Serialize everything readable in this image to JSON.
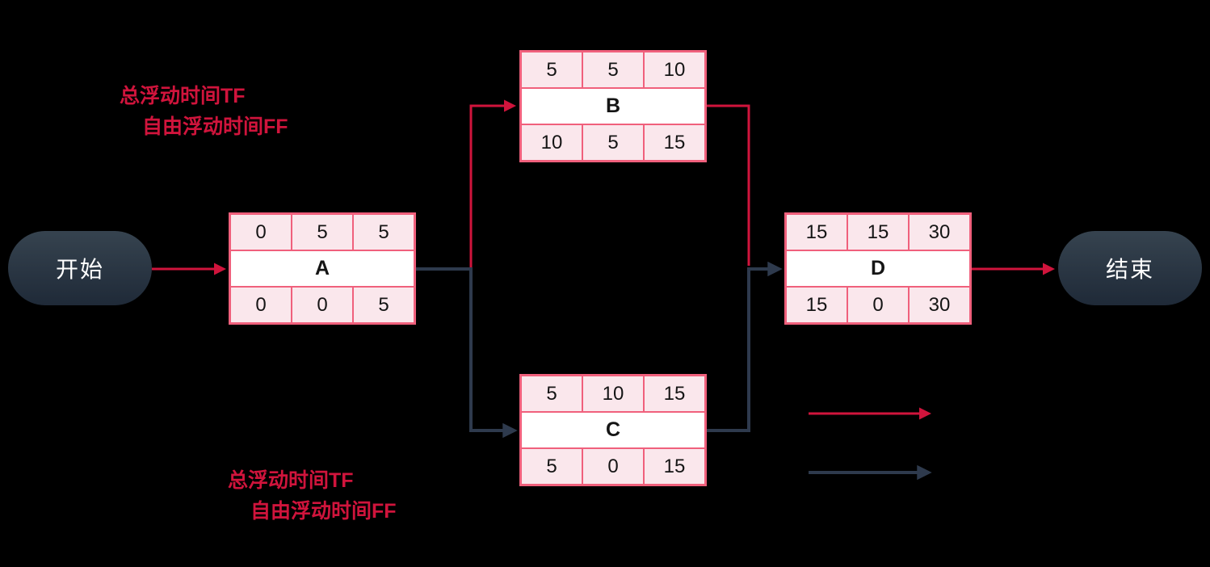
{
  "colors": {
    "background": "#000000",
    "red": "#d0143c",
    "navy": "#2e3a4d",
    "table-border": "#f0607c",
    "table-fill": "#fae7ec",
    "node-grad-top": "#36434f",
    "node-grad-bottom": "#1f2a38",
    "node-text": "#ffffff",
    "cell-text": "#151515"
  },
  "nodes": {
    "start": {
      "label": "开始"
    },
    "end": {
      "label": "结束"
    }
  },
  "activities": [
    {
      "name": "A",
      "top": [
        "0",
        "5",
        "5"
      ],
      "bottom": [
        "0",
        "0",
        "5"
      ]
    },
    {
      "name": "B",
      "top": [
        "5",
        "5",
        "10"
      ],
      "bottom": [
        "10",
        "5",
        "15"
      ]
    },
    {
      "name": "C",
      "top": [
        "5",
        "10",
        "15"
      ],
      "bottom": [
        "5",
        "0",
        "15"
      ]
    },
    {
      "name": "D",
      "top": [
        "15",
        "15",
        "30"
      ],
      "bottom": [
        "15",
        "0",
        "30"
      ]
    }
  ],
  "annotations": {
    "top": {
      "line1": "总浮动时间TF",
      "line2": "自由浮动时间FF"
    },
    "bottom": {
      "line1": "总浮动时间TF",
      "line2": "自由浮动时间FF"
    }
  },
  "legend": {
    "items": [
      {
        "icon": "red-arrow-icon"
      },
      {
        "icon": "navy-arrow-icon"
      }
    ]
  }
}
